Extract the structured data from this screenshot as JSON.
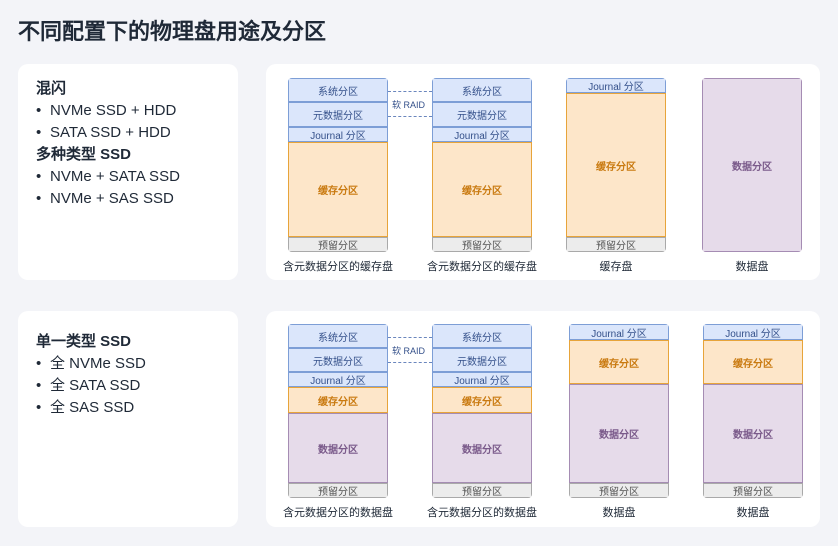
{
  "title": "不同配置下的物理盘用途及分区",
  "left_panels": {
    "top": {
      "group1": {
        "title": "混闪",
        "items": [
          "NVMe SSD + HDD",
          "SATA SSD + HDD"
        ]
      },
      "group2": {
        "title": "多种类型 SSD",
        "items": [
          "NVMe + SATA SSD",
          "NVMe + SAS SSD"
        ]
      }
    },
    "bottom": {
      "group1": {
        "title": "单一类型 SSD",
        "items": [
          "全 NVMe SSD",
          "全 SATA SSD",
          "全 SAS SSD"
        ]
      }
    }
  },
  "partitions": {
    "system": "系统分区",
    "metadata": "元数据分区",
    "journal": "Journal 分区",
    "cache": "缓存分区",
    "reserved": "预留分区",
    "data": "数据分区"
  },
  "raid_label": "软 RAID",
  "captions": {
    "top": [
      "含元数据分区的缓存盘",
      "含元数据分区的缓存盘",
      "缓存盘",
      "数据盘"
    ],
    "bottom": [
      "含元数据分区的数据盘",
      "含元数据分区的数据盘",
      "数据盘",
      "数据盘"
    ]
  },
  "colors": {
    "blue": "#dbe6fb",
    "orange": "#fde6c9",
    "purple": "#e6dbea",
    "gray": "#ececec"
  }
}
